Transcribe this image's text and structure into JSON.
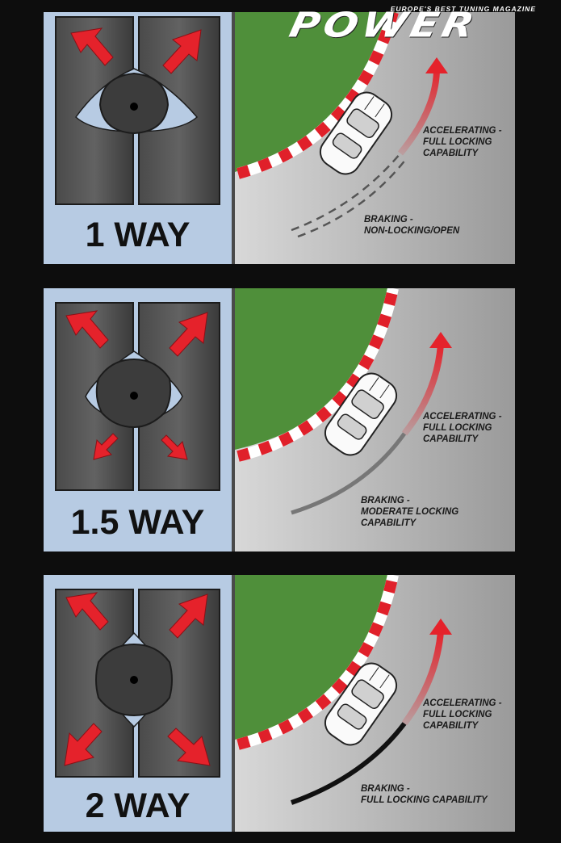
{
  "brand": {
    "tagline": "EUROPE'S BEST TUNING MAGAZINE",
    "name": "POWER"
  },
  "panels": [
    {
      "label": "1 WAY",
      "accelerating": "ACCELERATING -\nFULL LOCKING\nCAPABILITY",
      "braking": "BRAKING -\nNON-LOCKING/OPEN"
    },
    {
      "label": "1.5 WAY",
      "accelerating": "ACCELERATING -\nFULL LOCKING\nCAPABILITY",
      "braking": "BRAKING -\nMODERATE LOCKING\nCAPABILITY"
    },
    {
      "label": "2 WAY",
      "accelerating": "ACCELERATING -\nFULL LOCKING\nCAPABILITY",
      "braking": "BRAKING -\nFULL LOCKING CAPABILITY"
    }
  ],
  "colors": {
    "arrow": "#e5222b",
    "grass": "#4f8f3a",
    "kerb_red": "#e0202a",
    "tyre_dark": "#3c3c3c",
    "lsd_blue": "#b7cbe3"
  }
}
